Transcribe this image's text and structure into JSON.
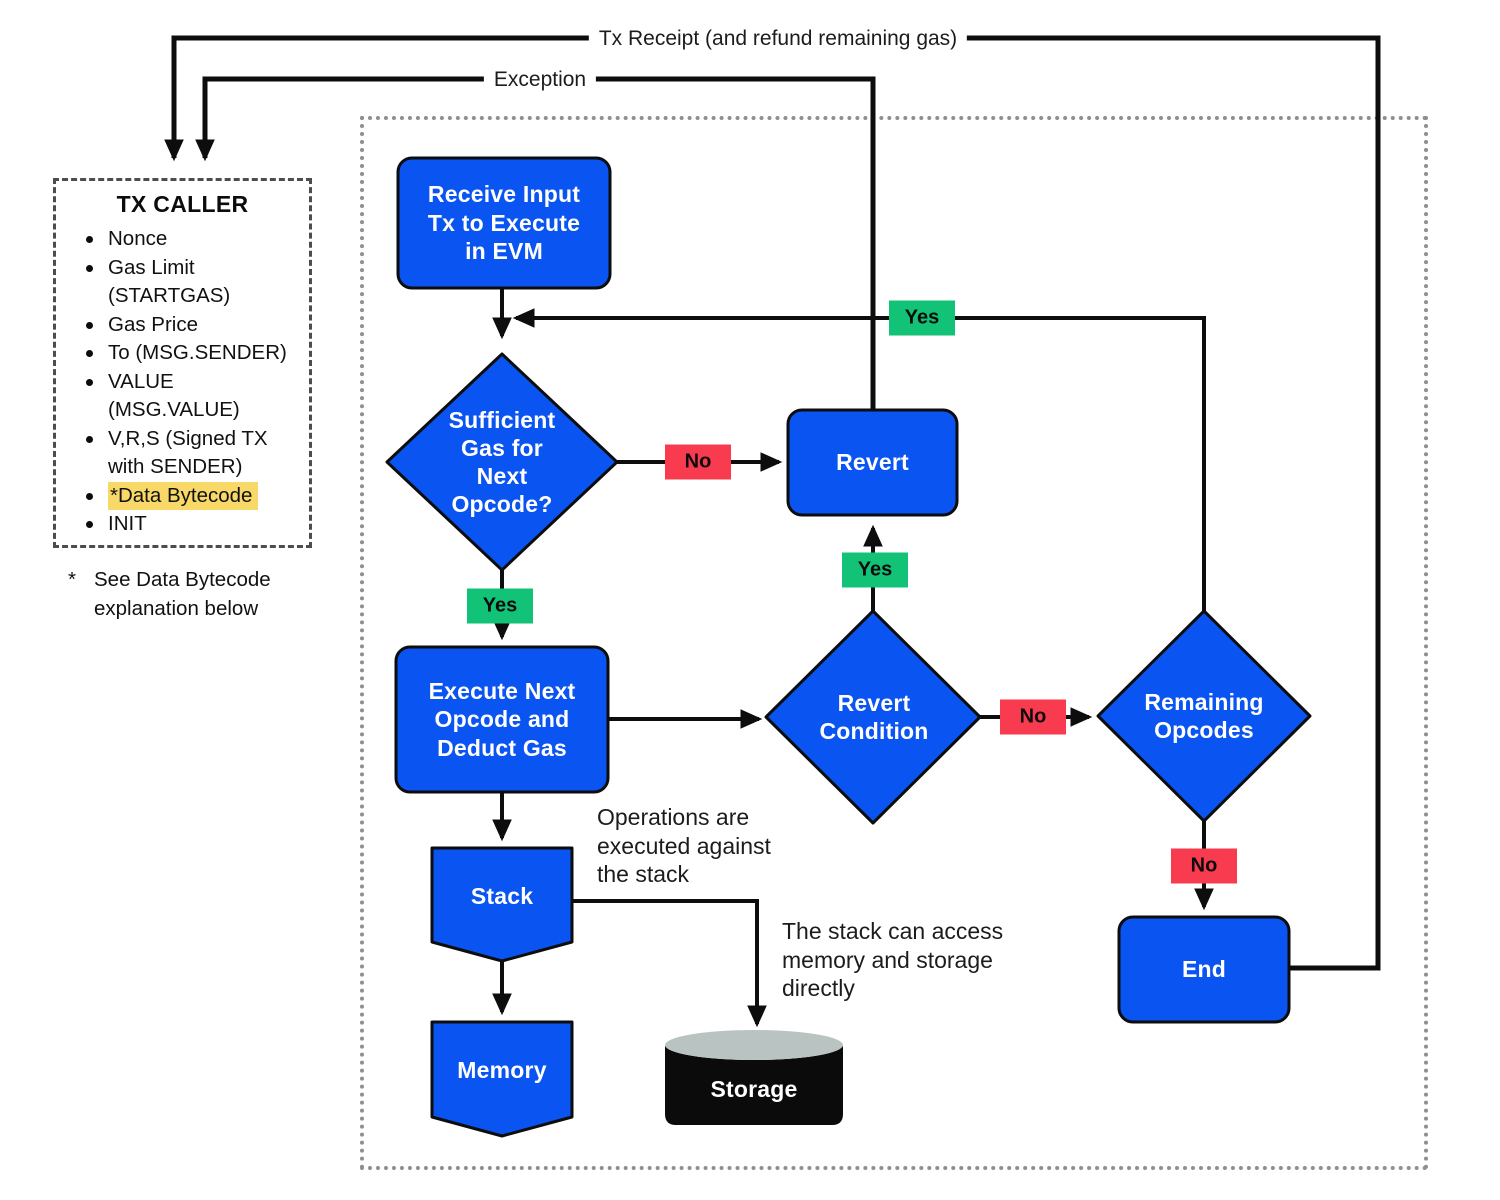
{
  "colors": {
    "node_blue": "#0a54f2",
    "badge_green": "#12c377",
    "badge_red": "#f83b4f",
    "line_black": "#0d0d0d",
    "storage_silver": "#b9c4c2",
    "storage_black": "#0b0b0b",
    "highlight_yellow": "#f8d968",
    "text_dark": "#1c1c1e"
  },
  "flow_labels": {
    "tx_receipt": "Tx Receipt (and refund remaining gas)",
    "exception": "Exception"
  },
  "tx_caller": {
    "title": "TX CALLER",
    "items": [
      "Nonce",
      "Gas Limit\n(STARTGAS)",
      "Gas Price",
      "To (MSG.SENDER)",
      "VALUE\n(MSG.VALUE)",
      "V,R,S (Signed TX\nwith SENDER)",
      "*Data Bytecode",
      "INIT"
    ],
    "footnote_marker": "*",
    "footnote": "See Data Bytecode\nexplanation below"
  },
  "nodes": {
    "receive": "Receive Input\nTx to Execute\nin EVM",
    "sufficient_gas": "Sufficient\nGas for\nNext\nOpcode?",
    "revert": "Revert",
    "execute": "Execute Next\nOpcode and\nDeduct Gas",
    "revert_condition": "Revert\nCondition",
    "remaining_opcodes": "Remaining\nOpcodes",
    "end": "End",
    "stack": "Stack",
    "memory": "Memory",
    "storage": "Storage"
  },
  "badges": {
    "yes": "Yes",
    "no": "No"
  },
  "annotations": {
    "stack_ops": "Operations are\nexecuted against\nthe stack",
    "stack_access": "The stack can access\nmemory and storage\ndirectly"
  }
}
